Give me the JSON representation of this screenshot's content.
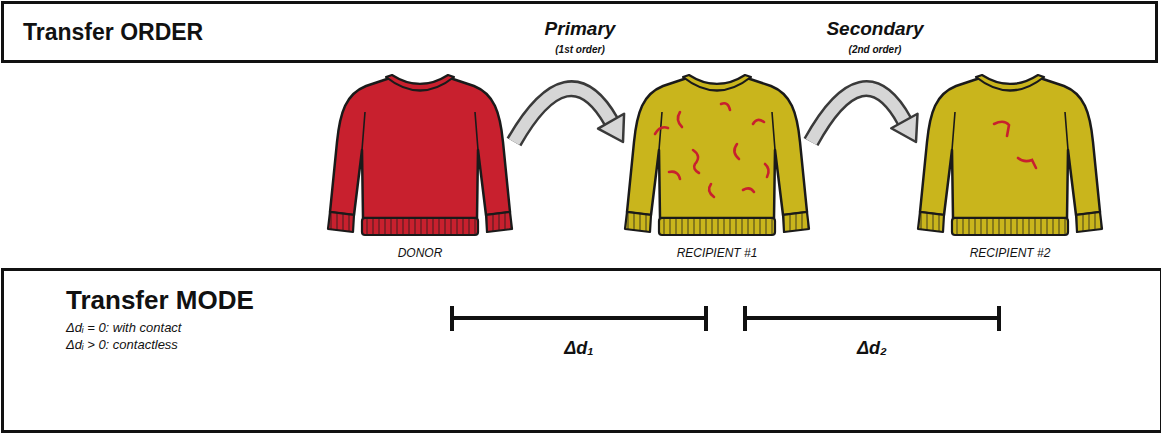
{
  "diagram": {
    "nodes": [
      {
        "text": [
          "Transfer ORDER"
        ]
      },
      {
        "text": [
          "DONOR"
        ]
      },
      {
        "text": [
          "RECIPIENT #1"
        ]
      },
      {
        "text": [
          "RECIPIENT #2"
        ]
      },
      {
        "text": [
          "Transfer MODE",
          "Δdᵢ = 0: with contact",
          "Δdᵢ > 0: contactless"
        ]
      }
    ],
    "edges": [
      {
        "from": 1,
        "to": 2,
        "arrow": "to"
      },
      {
        "from": 2,
        "to": 3,
        "arrow": "to"
      }
    ],
    "labels": [
      "Primary",
      "(1st order)",
      "Secondary",
      "(2nd order)",
      "Δd₁",
      "Δd₂"
    ]
  }
}
